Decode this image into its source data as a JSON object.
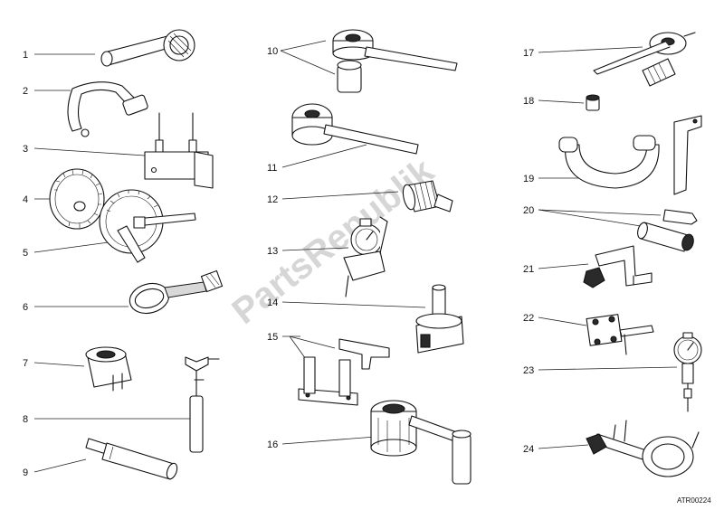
{
  "watermark": "PartsRepublik",
  "drawing_code": "ATR00224",
  "callouts": [
    "1",
    "2",
    "3",
    "4",
    "5",
    "6",
    "7",
    "8",
    "9",
    "10",
    "11",
    "12",
    "13",
    "14",
    "15",
    "16",
    "17",
    "18",
    "19",
    "20",
    "21",
    "22",
    "23",
    "24"
  ]
}
